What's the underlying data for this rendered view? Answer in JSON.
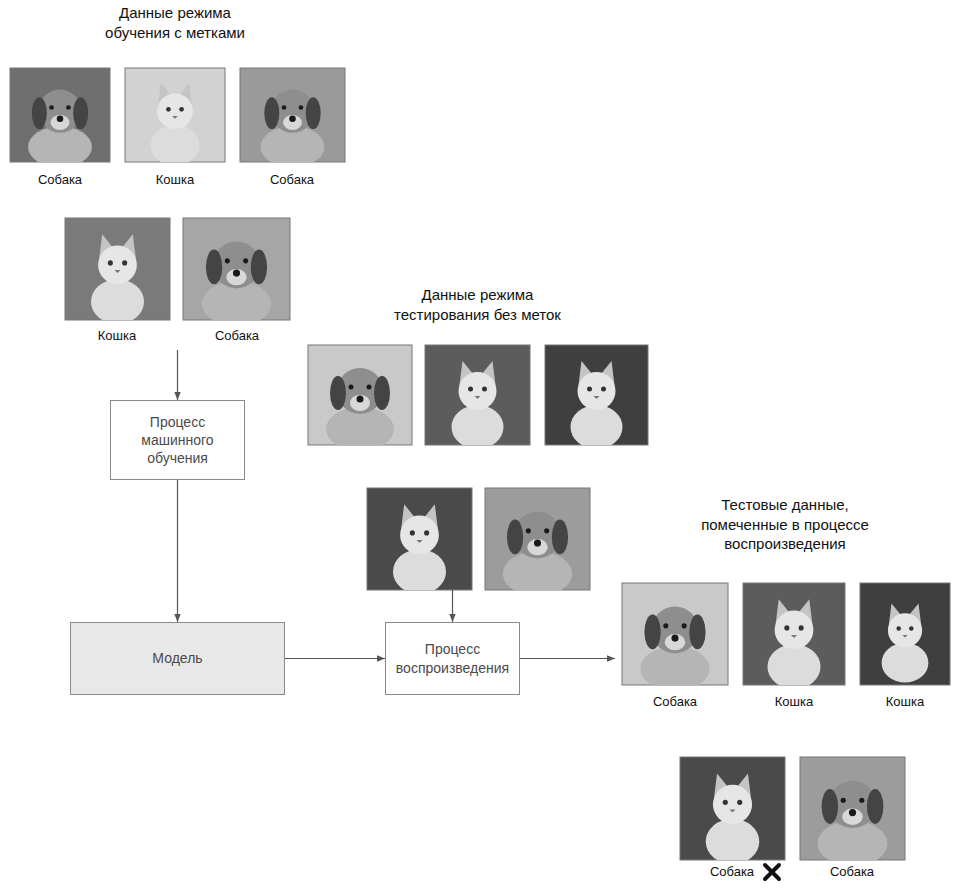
{
  "diagram": {
    "nodes": [
      {
        "text": [
          "Данные режима обучения с метками"
        ]
      },
      {
        "text": [
          "Данные режима тестирования без меток"
        ]
      },
      {
        "text": [
          "Процесс машинного обучения"
        ]
      },
      {
        "text": [
          "Модель"
        ]
      },
      {
        "text": [
          "Процесс воспроизведения"
        ]
      },
      {
        "text": [
          "Тестовые данные, помеченные в процессе воспроизведения"
        ]
      }
    ],
    "edges": [
      {
        "from": 0,
        "to": 2,
        "arrow": "to"
      },
      {
        "from": 2,
        "to": 3,
        "arrow": "to"
      },
      {
        "from": 3,
        "to": 4,
        "arrow": "to"
      },
      {
        "from": 1,
        "to": 4,
        "arrow": "to"
      },
      {
        "from": 4,
        "to": 5,
        "arrow": "to"
      }
    ],
    "labels": [
      "Собака",
      "Кошка",
      "Собака",
      "Кошка",
      "Собака",
      "Собака",
      "Кошка",
      "Кошка",
      "Собака",
      "Собака"
    ]
  }
}
